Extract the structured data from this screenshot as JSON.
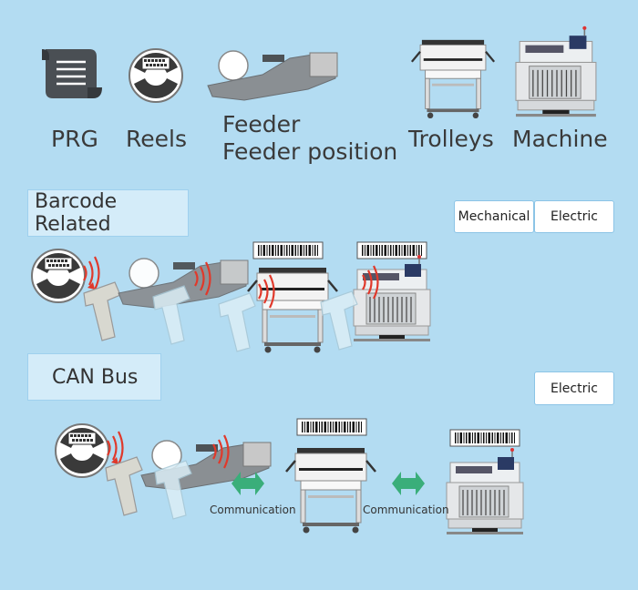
{
  "top_row": {
    "prg": "PRG",
    "reels": "Reels",
    "feeder": "Feeder",
    "feeder_position": "Feeder position",
    "trolleys": "Trolleys",
    "machine": "Machine"
  },
  "sections": {
    "barcode": {
      "title": "Barcode Related",
      "tag_mechanical": "Mechanical",
      "tag_electric": "Electric"
    },
    "canbus": {
      "title": "CAN Bus",
      "tag_electric": "Electric",
      "communication_1": "Communication",
      "communication_2": "Communication"
    }
  },
  "colors": {
    "background": "#b3dcf2",
    "section_fill": "#d4ecf9",
    "signal_red": "#e0392b",
    "comm_green": "#3aae7a"
  }
}
